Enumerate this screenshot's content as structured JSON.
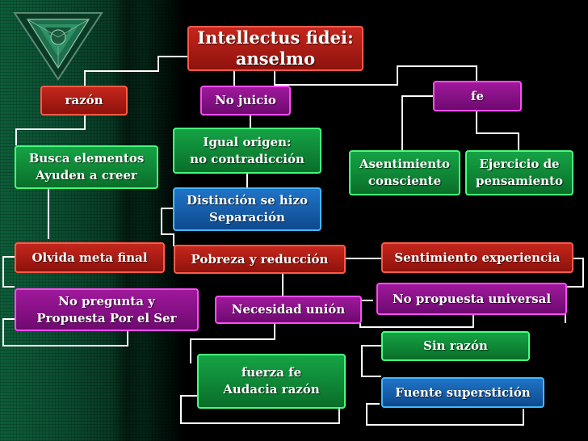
{
  "title": "Intellectus fidei:\nanselmo",
  "nodes": {
    "razon": "razón",
    "no_juicio": "No juicio",
    "fe": "fe",
    "busca": "Busca elementos\nAyuden a creer",
    "igual_origen": "Igual origen:\nno contradicción",
    "asentimiento": "Asentimiento\nconsciente",
    "ejercicio": "Ejercicio de\npensamiento",
    "distincion": "Distinción se hizo\nSeparación",
    "olvida": "Olvida meta final",
    "pobreza": "Pobreza  y reducción",
    "sentimiento": "Sentimiento experiencia",
    "no_pregunta": "No pregunta y\nPropuesta Por el Ser",
    "necesidad": "Necesidad unión",
    "no_propuesta": "No propuesta universal",
    "sin_razon": "Sin razón",
    "fuerza": "fuerza fe\nAudacia razón",
    "fuente": "Fuente superstición"
  },
  "colors": {
    "red": "#b01e16",
    "magenta": "#8c1288",
    "green": "#12903c",
    "blue": "#1a66b4",
    "connector": "#ffffff"
  }
}
